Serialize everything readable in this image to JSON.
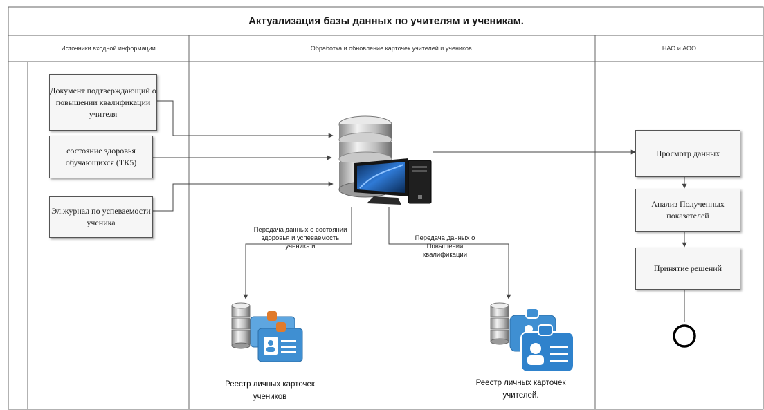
{
  "title": "Актуализация базы данных по учителям и ученикам.",
  "lanes": [
    {
      "label": "Источники входной информации"
    },
    {
      "label": "Обработка и обновление карточек учителей и учеников."
    },
    {
      "label": "НАО и АОО"
    }
  ],
  "sources": [
    {
      "label": "Документ подтверждающий о повышении квалификации учителя"
    },
    {
      "label": "состояние здоровья обучающихся (ТК5)"
    },
    {
      "label": "Эл.журнал по успеваемости ученика"
    }
  ],
  "steps": [
    {
      "label": "Просмотр данных"
    },
    {
      "label": "Анализ Полученных показателей"
    },
    {
      "label": "Принятие решений"
    }
  ],
  "flows": {
    "students_note": "Передача данных о состоянии здоровья и успеваемость ученика и",
    "teachers_note": "Передача данных о Повышении квалификации"
  },
  "registries": {
    "students": "Реестр личных карточек учеников",
    "teachers": "Реестр личных карточек учителей."
  },
  "colors": {
    "card_blue": "#3f8fd2",
    "server_silver": "#c9c9c9",
    "line": "#444444"
  }
}
